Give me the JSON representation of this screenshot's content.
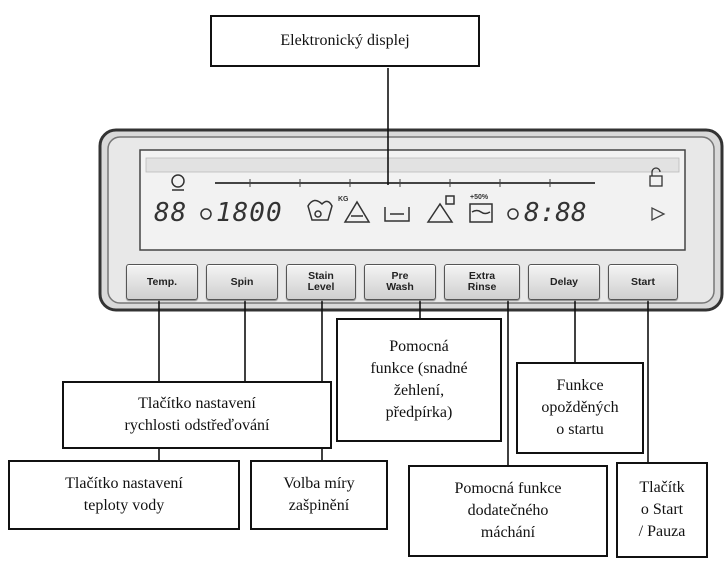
{
  "display_label": "Elektronický displej",
  "panel": {
    "lcd_temp_segments": "88",
    "lcd_spin_segments": "1800",
    "lcd_time_segments": "8:88",
    "lcd_extra_label": "+50%",
    "lcd_kg_label": "KG",
    "buttons": [
      {
        "label": "Temp."
      },
      {
        "label": "Spin"
      },
      {
        "label": "Stain\nLevel"
      },
      {
        "label": "Pre\nWash"
      },
      {
        "label": "Extra\nRinse"
      },
      {
        "label": "Delay"
      },
      {
        "label": "Start"
      }
    ]
  },
  "callouts": {
    "aux_prewash": "Pomocná\nfunkce (snadné\nžehlení,\npředpírka)",
    "delay": "Funkce\nopožděných\no startu",
    "spin": "Tlačítko nastavení\nrychlosti odstřeďování",
    "temp": "Tlačítko nastavení\nteploty vody",
    "stain": "Volba míry\nzašpinění",
    "extra_rinse": "Pomocná funkce\ndodatečného\nmáchání",
    "start": "Tlačítk\no Start\n/ Pauza"
  }
}
